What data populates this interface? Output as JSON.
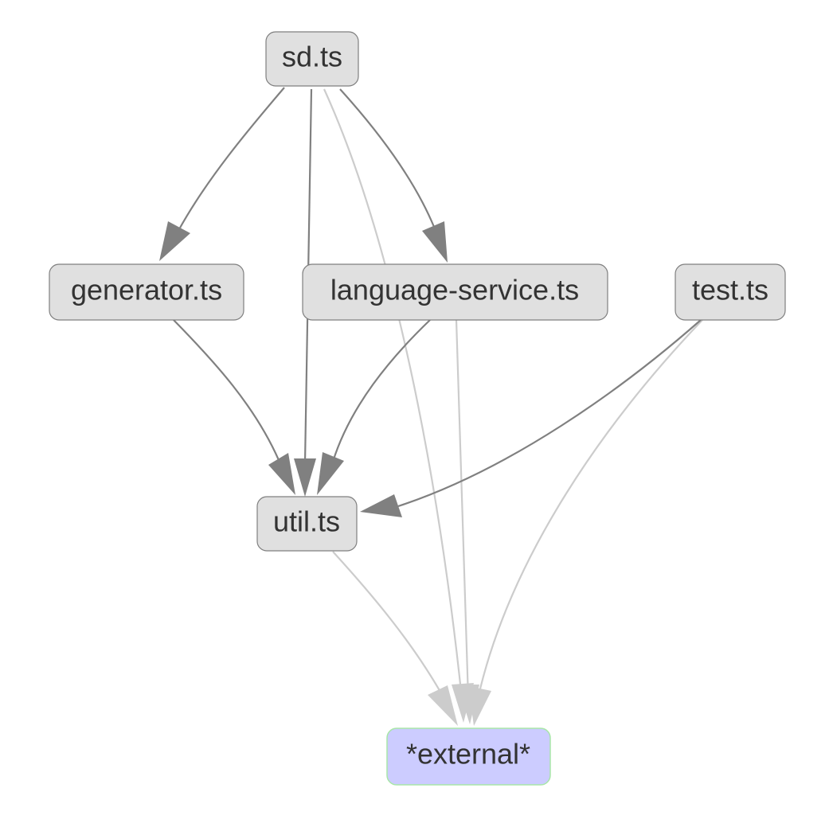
{
  "diagram": {
    "nodes": {
      "sd": {
        "label": "sd.ts"
      },
      "generator": {
        "label": "generator.ts"
      },
      "language_service": {
        "label": "language-service.ts"
      },
      "test": {
        "label": "test.ts"
      },
      "util": {
        "label": "util.ts"
      },
      "external": {
        "label": "*external*"
      }
    },
    "edges": [
      {
        "from": "sd.ts",
        "to": "generator.ts",
        "style": "internal"
      },
      {
        "from": "sd.ts",
        "to": "util.ts",
        "style": "internal"
      },
      {
        "from": "sd.ts",
        "to": "language-service.ts",
        "style": "internal"
      },
      {
        "from": "sd.ts",
        "to": "*external*",
        "style": "external"
      },
      {
        "from": "generator.ts",
        "to": "util.ts",
        "style": "internal"
      },
      {
        "from": "language-service.ts",
        "to": "util.ts",
        "style": "internal"
      },
      {
        "from": "language-service.ts",
        "to": "*external*",
        "style": "external"
      },
      {
        "from": "test.ts",
        "to": "util.ts",
        "style": "internal"
      },
      {
        "from": "test.ts",
        "to": "*external*",
        "style": "external"
      },
      {
        "from": "util.ts",
        "to": "*external*",
        "style": "external"
      }
    ],
    "colors": {
      "node_fill": "#e0e0e0",
      "node_stroke": "#7f7f7f",
      "external_fill": "#ccccff",
      "external_stroke": "#a8e6a8",
      "internal_edge": "#808080",
      "external_edge": "#cccccc",
      "label_text": "#333333"
    }
  }
}
